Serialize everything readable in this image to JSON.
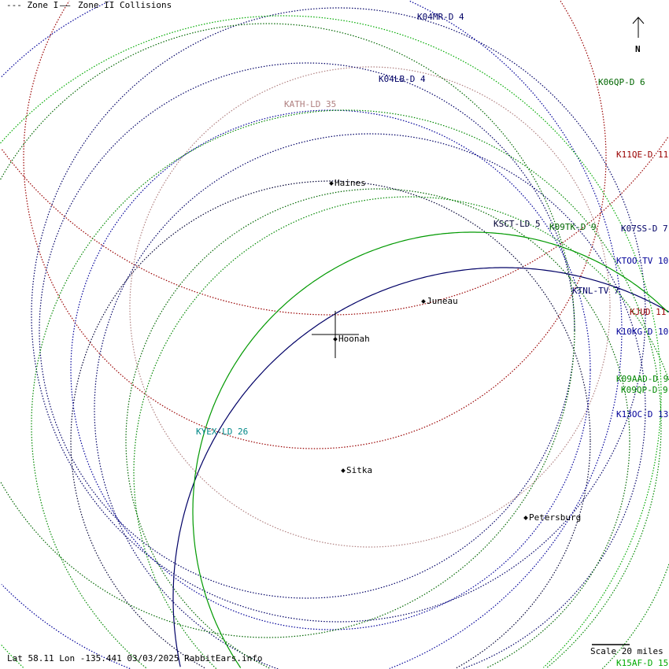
{
  "legend": {
    "zone1": "--- Zone I",
    "zone2_line": "——",
    "zone2": "Zone II Collisions"
  },
  "north": {
    "label": "N"
  },
  "stations": [
    {
      "label": "K04MR-D 4",
      "color": "#000066"
    },
    {
      "label": "K04LB-D 4",
      "color": "#000066"
    },
    {
      "label": "K06QP-D 6",
      "color": "#006600"
    },
    {
      "label": "KATH-LD 35",
      "color": "#b08080"
    },
    {
      "label": "K11QE-D 11",
      "color": "#990000"
    },
    {
      "label": "KSCT-LD 5",
      "color": "#000033"
    },
    {
      "label": "K09TK-D 9",
      "color": "#006600"
    },
    {
      "label": "K07SS-D 7",
      "color": "#000066"
    },
    {
      "label": "KTOO-TV 10",
      "color": "#000099"
    },
    {
      "label": "KTNL-TV 7",
      "color": "#000066"
    },
    {
      "label": "KJUD 11",
      "color": "#990000"
    },
    {
      "label": "K10KG-D 10",
      "color": "#000099"
    },
    {
      "label": "K09AAD-D 9",
      "color": "#008800"
    },
    {
      "label": "K09QP-D 9",
      "color": "#008800"
    },
    {
      "label": "K13OC-D 13",
      "color": "#000099"
    },
    {
      "label": "KYEX-LD 26",
      "color": "#008888"
    },
    {
      "label": "K15AF-D 15",
      "color": "#00aa00"
    }
  ],
  "cities": [
    {
      "name": "Haines"
    },
    {
      "name": "Juneau"
    },
    {
      "name": "Hoonah"
    },
    {
      "name": "Sitka"
    },
    {
      "name": "Petersburg"
    }
  ],
  "footer": {
    "info": "Lat 58.11 Lon -135.441 03/03/2025 RabbitEars.info",
    "scale": "Scale 20 miles"
  }
}
